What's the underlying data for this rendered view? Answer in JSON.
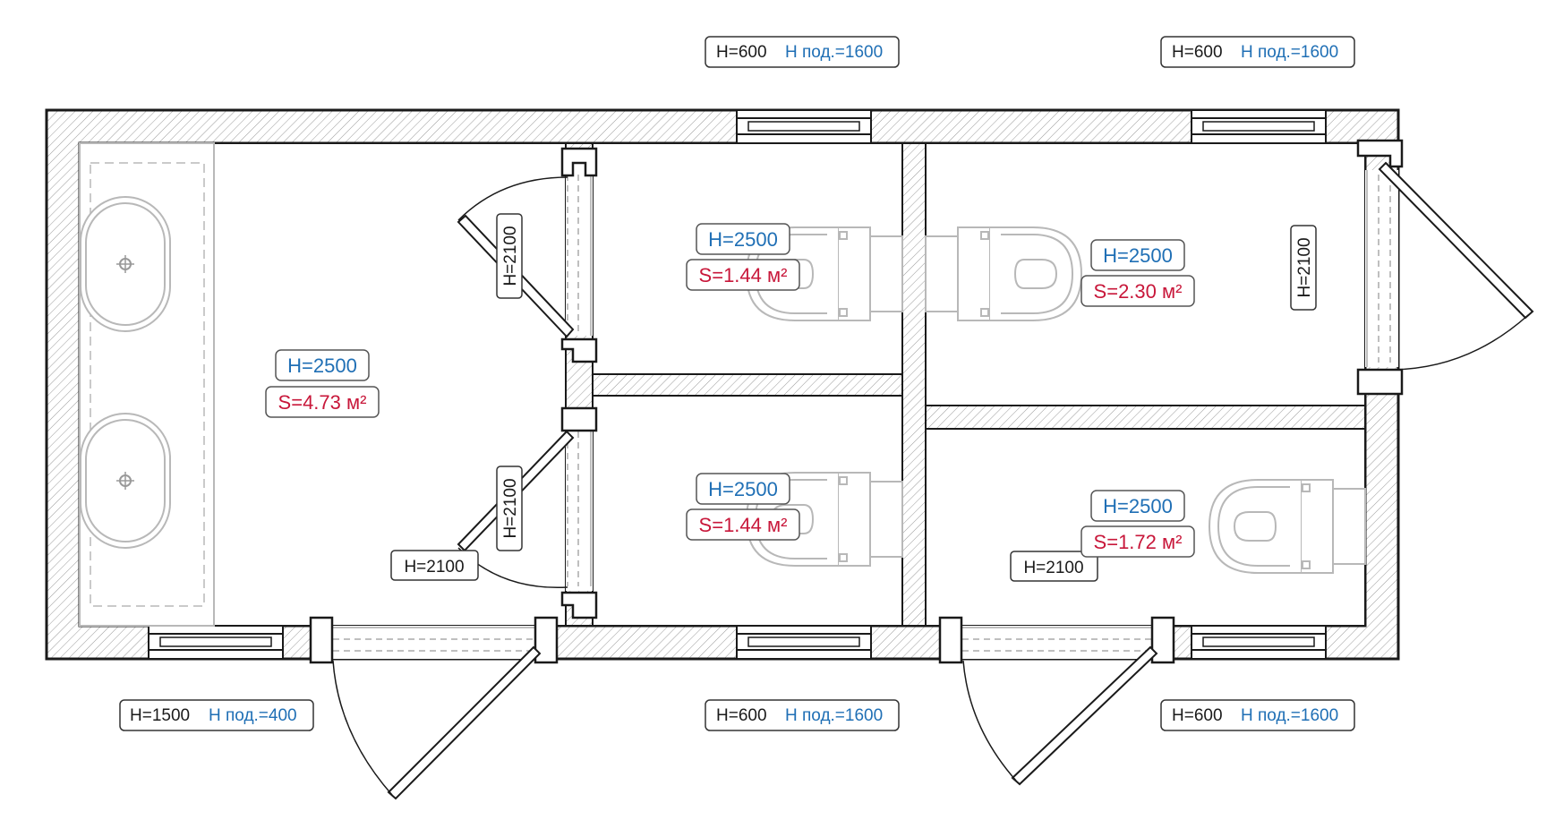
{
  "colors": {
    "wall_outline": "#1a1a1a",
    "hatch": "#9a9a9a",
    "fixture": "#b8b8b8",
    "height_blue": "#1f6fb5",
    "area_red": "#c8173a",
    "label_border": "#333333",
    "background": "#ffffff"
  },
  "windows": {
    "top_1": {
      "h": "H=600",
      "sill": "H под.=1600"
    },
    "top_2": {
      "h": "H=600",
      "sill": "H под.=1600"
    },
    "bottom_1": {
      "h": "H=1500",
      "sill": "H под.=400"
    },
    "bottom_2": {
      "h": "H=600",
      "sill": "H под.=1600"
    },
    "bottom_3": {
      "h": "H=600",
      "sill": "H под.=1600"
    }
  },
  "rooms": {
    "washroom": {
      "height": "H=2500",
      "area": "S=4.73 м²"
    },
    "wc_top_left": {
      "height": "H=2500",
      "area": "S=1.44 м²"
    },
    "wc_bottom_left": {
      "height": "H=2500",
      "area": "S=1.44 м²"
    },
    "wc_top_right": {
      "height": "H=2500",
      "area": "S=2.30 м²"
    },
    "wc_bottom_right": {
      "height": "H=2500",
      "area": "S=1.72 м²"
    }
  },
  "doors": {
    "interior_top": "H=2100",
    "interior_bottom": "H=2100",
    "right_exterior": "H=2100",
    "label_left": "H=2100",
    "label_right": "H=2100"
  },
  "icons": [
    "sink-icon",
    "toilet-icon",
    "door-swing-icon",
    "window-icon"
  ]
}
